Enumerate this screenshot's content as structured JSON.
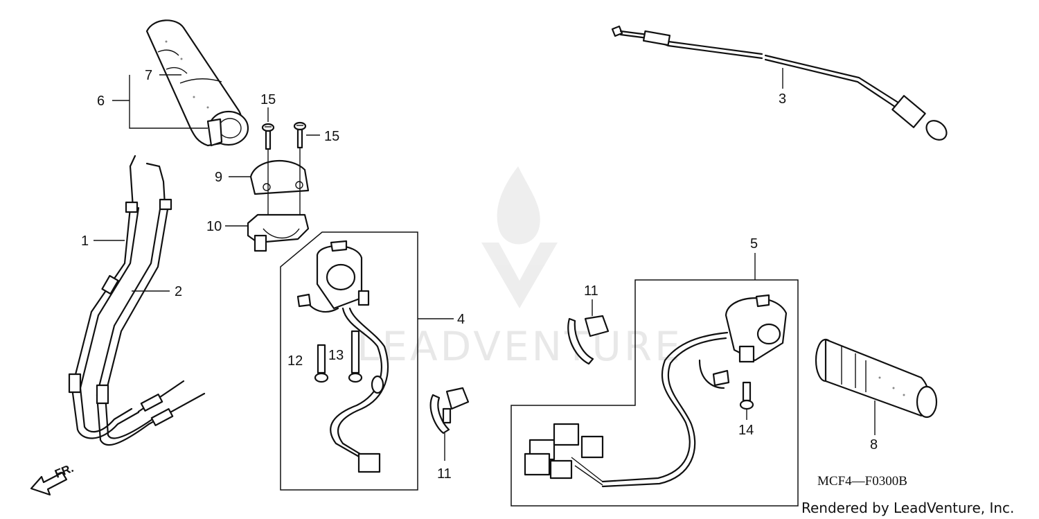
{
  "watermark": {
    "text": "LEADVENTURE"
  },
  "callouts": {
    "c1": "1",
    "c2": "2",
    "c3": "3",
    "c4": "4",
    "c5": "5",
    "c6": "6",
    "c7": "7",
    "c8": "8",
    "c9": "9",
    "c10": "10",
    "c11a": "11",
    "c11b": "11",
    "c12": "12",
    "c13": "13",
    "c14": "14",
    "c15a": "15",
    "c15b": "15"
  },
  "direction_label": "FR.",
  "diagram_code": "MCF4—F0300B",
  "credit": "Rendered by LeadVenture, Inc."
}
